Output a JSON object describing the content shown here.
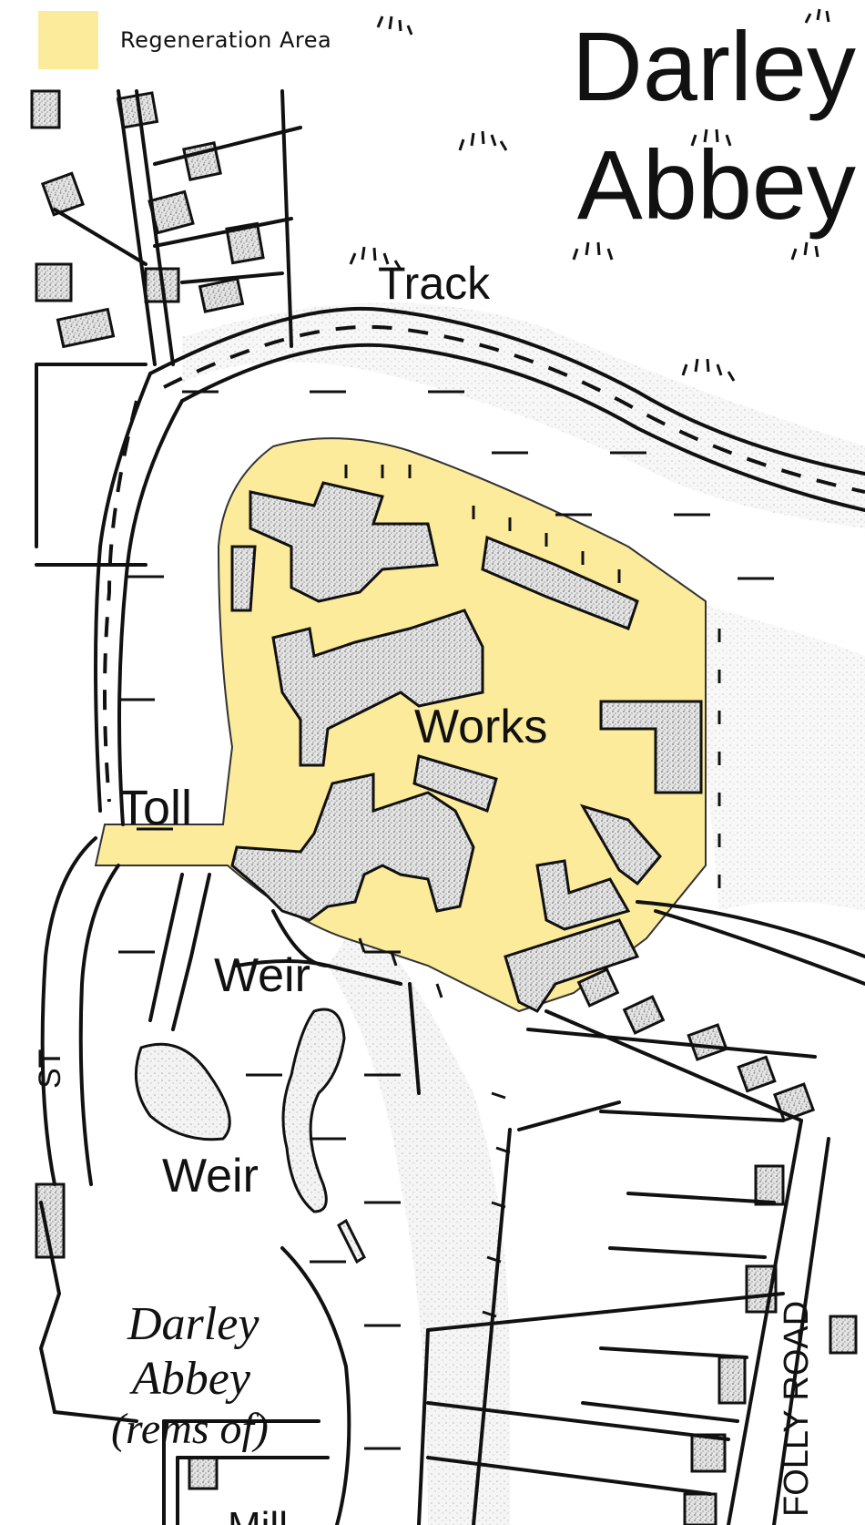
{
  "legend": {
    "items": [
      {
        "label": "Regeneration Area",
        "color": "#fbeb9a"
      }
    ]
  },
  "map": {
    "labels": {
      "darley_abbey_1": "Darley",
      "darley_abbey_2": "Abbey",
      "track": "Track",
      "works": "Works",
      "toll": "Toll",
      "weir_1": "Weir",
      "weir_2": "Weir",
      "ruins_1": "Darley",
      "ruins_2": "Abbey",
      "ruins_3": "(rems of)",
      "folly_road": "FOLLY ROAD",
      "street": "ST",
      "mill": "Mill"
    },
    "colors": {
      "regeneration_fill": "#fbeb9a",
      "linework": "#111111",
      "building_stipple": "#cfcfcf"
    }
  }
}
